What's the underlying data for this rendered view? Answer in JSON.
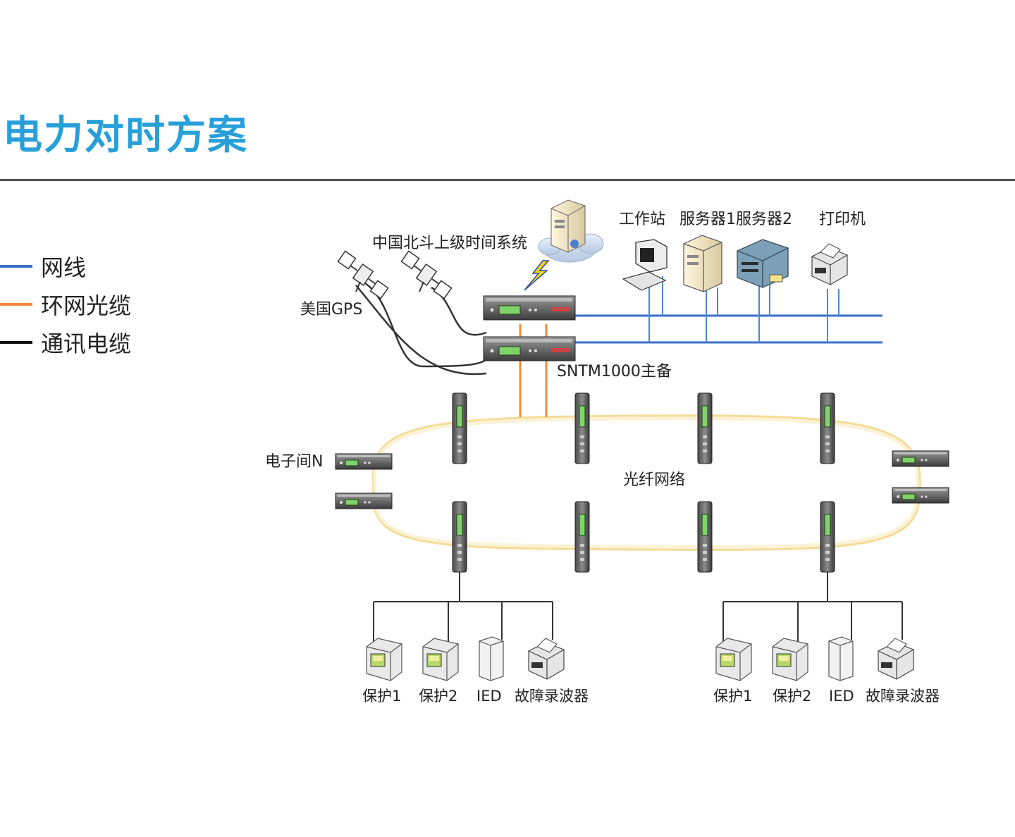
{
  "title": "电力对时方案",
  "legend": [
    {
      "label": "网线",
      "color": "#3a6fc8"
    },
    {
      "label": "环网光缆",
      "color": "#f08a3c"
    },
    {
      "label": "通讯电缆",
      "color": "#111111"
    }
  ],
  "colors": {
    "network": "#3a6fc8",
    "ring_fiber": "#f08a3c",
    "ring_halo": "#f4d78a",
    "comm_cable": "#333333",
    "title": "#27a0d9"
  },
  "labels": {
    "beidou": "中国北斗上级时间系统",
    "gps": "美国GPS",
    "workstation": "工作站",
    "servers": "服务器1服务器2",
    "printer": "打印机",
    "master": "SNTM1000主备",
    "room": "电子间N",
    "fiber_network": "光纤网络"
  },
  "substations": [
    {
      "protection1": "保护1",
      "protection2": "保护2",
      "ied": "IED",
      "recorder": "故障录波器"
    },
    {
      "protection1": "保护1",
      "protection2": "保护2",
      "ied": "IED",
      "recorder": "故障录波器"
    }
  ],
  "icons": [
    "satellite-icon",
    "server-icon",
    "cloud-icon",
    "lightning-icon",
    "workstation-icon",
    "tower-server-icon",
    "rack-server-icon",
    "printer-icon",
    "time-server-icon",
    "fiber-switch-icon",
    "protection-device-icon",
    "ied-icon",
    "fault-recorder-icon"
  ]
}
